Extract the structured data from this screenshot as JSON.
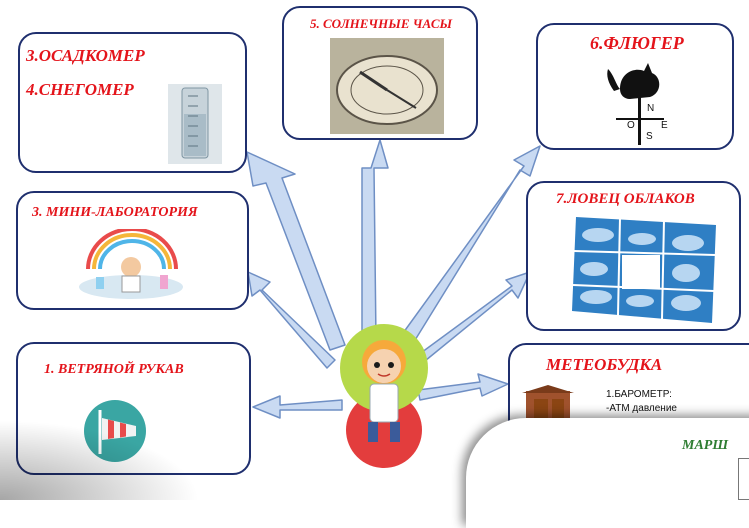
{
  "boxes": {
    "rain_gauge_title": "3.ОСАДКОМЕР",
    "snow_gauge_title": "4.СНЕГОМЕР",
    "sundial_title": "5. СОЛНЕЧНЫЕ ЧАСЫ",
    "vane_title": "6.ФЛЮГЕР",
    "mini_lab_title": "3. МИНИ-ЛАБОРАТОРИЯ",
    "cloud_catcher_title": "7.ЛОВЕЦ ОБЛАКОВ",
    "windsock_title": "1. ВЕТРЯНОЙ РУКАВ",
    "meteo_booth_title": "МЕТЕОБУДКА"
  },
  "meteo_booth": {
    "line1": "1.БАРОМЕТР:",
    "line2": "-АТМ давление"
  },
  "vane_letters": {
    "n": "N",
    "s": "S",
    "e": "E",
    "o": "O"
  },
  "route": {
    "label": "МАРШ"
  },
  "colors": {
    "title_red": "#e4141b",
    "border_navy": "#1f2f6e",
    "arrow_fill": "#c9daf2",
    "arrow_stroke": "#6f8fc4",
    "circle_red": "#e33d3d"
  },
  "icons": [
    "beaker-icon",
    "sundial-icon",
    "rooster-weathervane-icon",
    "scientist-icon",
    "cloud-grid-icon",
    "windsock-icon",
    "weather-booth-icon",
    "girl-scientist-icon"
  ]
}
